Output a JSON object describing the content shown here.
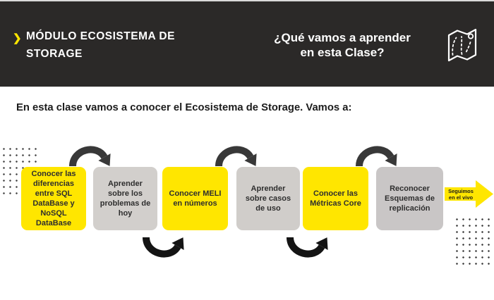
{
  "header": {
    "background": "#2B2928",
    "accent_yellow": "#FFE600",
    "chevron_glyph": "❯",
    "module_title": "MÓDULO ECOSISTEMA DE\nSTORAGE",
    "question": "¿Qué vamos a aprender\nen esta Clase?",
    "map_icon": "folded-map-with-route-and-pin"
  },
  "intro_text": "En esta clase vamos a conocer el Ecosistema de Storage. Vamos a:",
  "steps": [
    {
      "text": "Conocer las\ndiferencias\nentre SQL\nDataBase y\nNoSQL\nDataBase",
      "bg": "#FFE600"
    },
    {
      "text": "Aprender\nsobre los\nproblemas de\nhoy",
      "bg": "#D2CFCC"
    },
    {
      "text": "Conocer MELI\nen números",
      "bg": "#FFE600"
    },
    {
      "text": "Aprender\nsobre casos\nde uso",
      "bg": "#D0CDCA"
    },
    {
      "text": "Conocer las\nMétricas Core",
      "bg": "#FFE600"
    },
    {
      "text": "Reconocer\nEsquemas de\nreplicación",
      "bg": "#C9C6C6"
    }
  ],
  "flow": {
    "top_arrow_color": "#383838",
    "bottom_arrow_color": "#141414"
  },
  "side_arrow": {
    "text": "Seguimos\nen el vivo",
    "bg": "#FFE600"
  },
  "decor": {
    "left_dots_color": "#474747",
    "right_dots_color": "#3D3D3D"
  }
}
